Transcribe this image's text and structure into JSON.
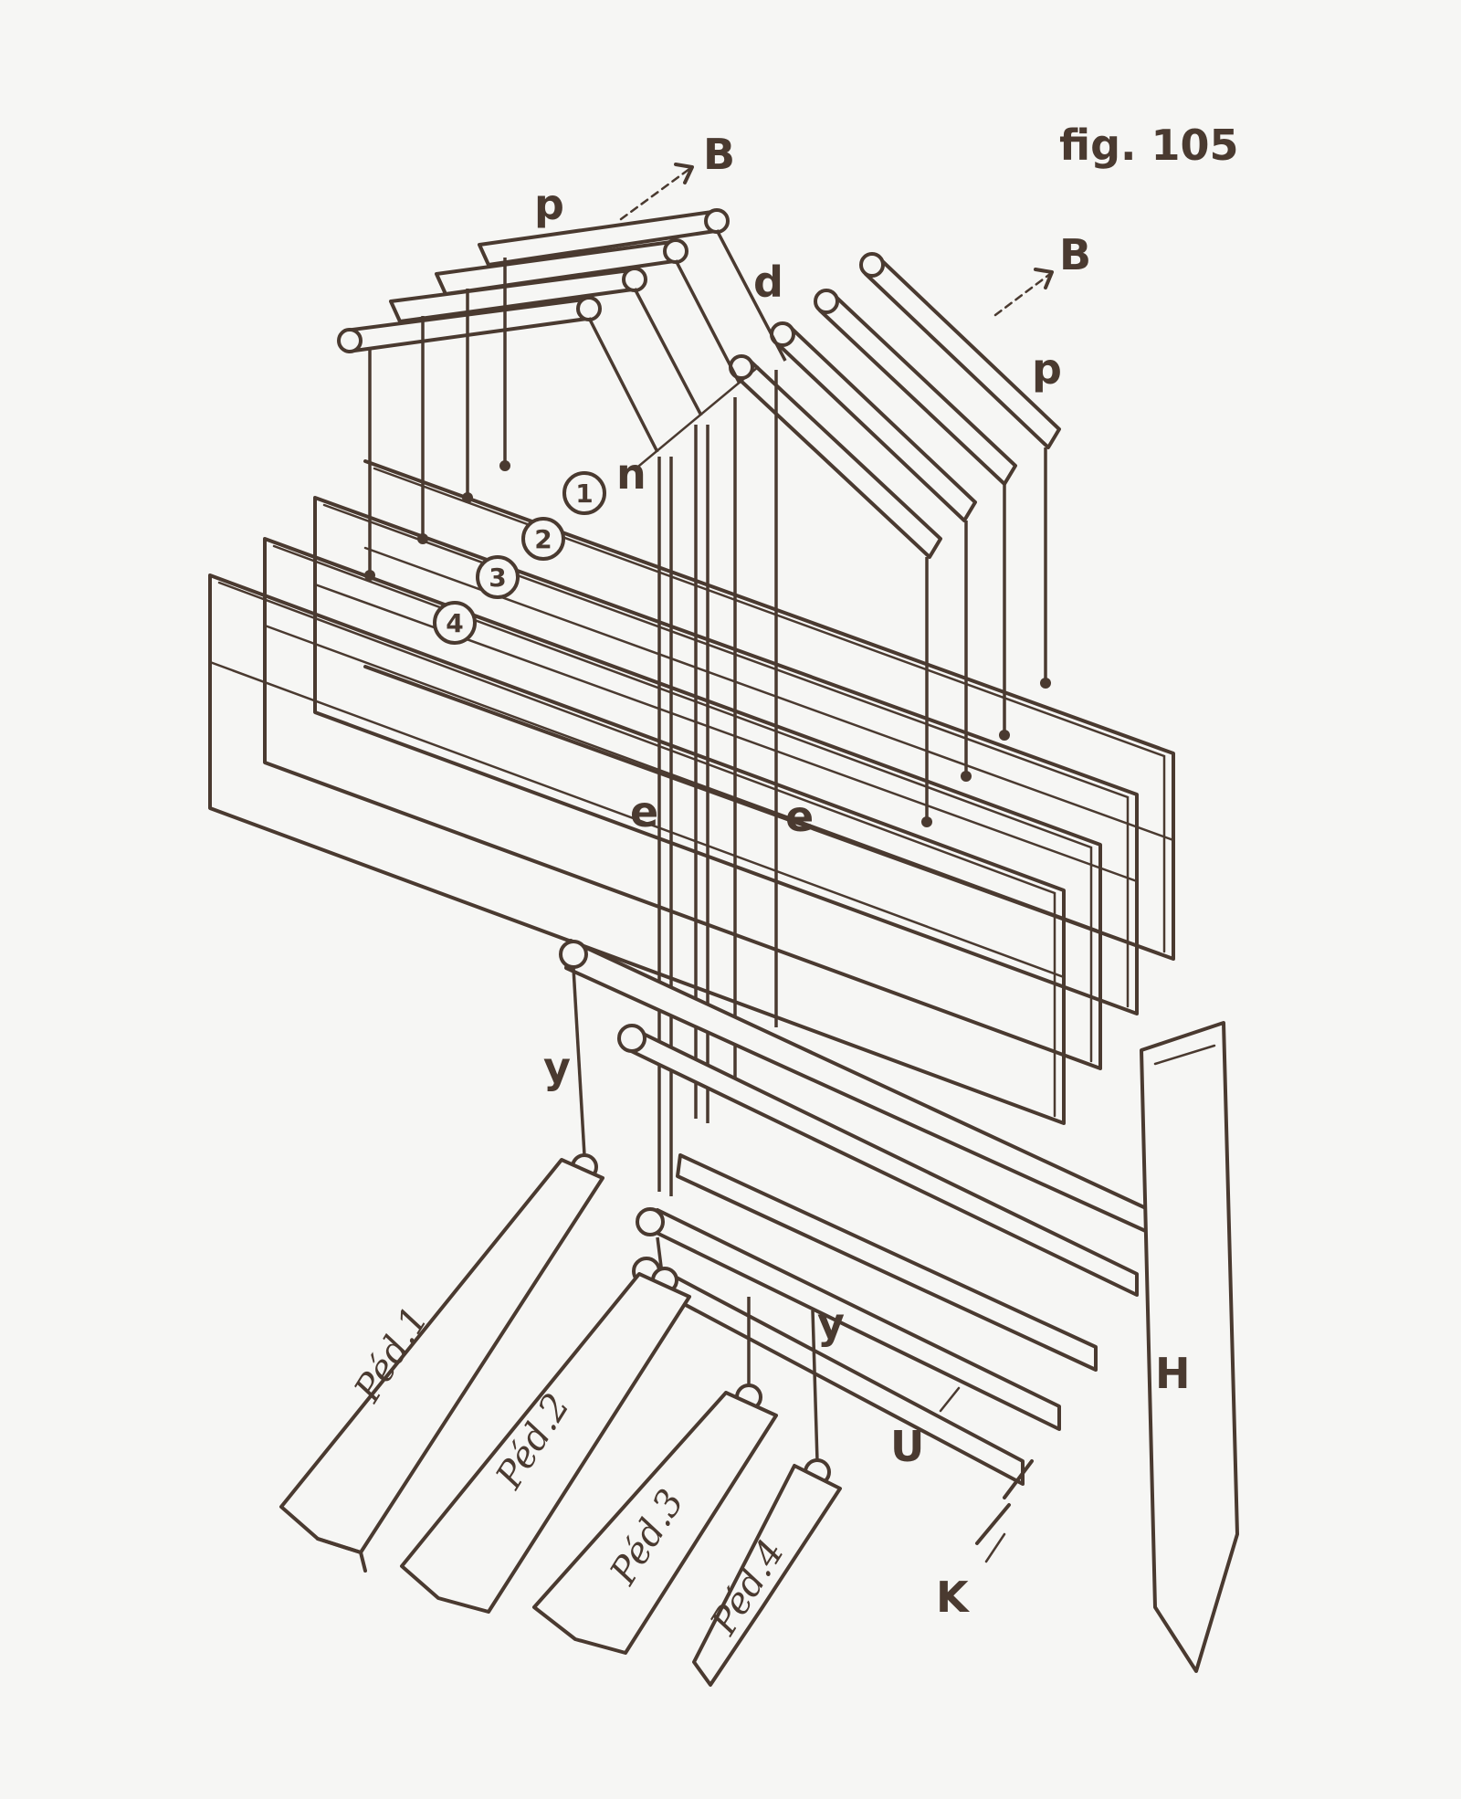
{
  "figure": {
    "title": "fig. 105"
  },
  "labels": {
    "B_left": "B",
    "B_right": "B",
    "p_left": "p",
    "p_right": "p",
    "d": "d",
    "n": "n",
    "e_left": "e",
    "e_right": "e",
    "y_left": "y",
    "y_right": "y",
    "H": "H",
    "U": "U",
    "K": "K"
  },
  "shafts": [
    "1",
    "2",
    "3",
    "4"
  ],
  "pedals": [
    "Péd.1",
    "Péd.2",
    "Péd.3",
    "Péd.4"
  ],
  "colors": {
    "ink": "#4a3a30",
    "paper": "#f6f6f4"
  }
}
